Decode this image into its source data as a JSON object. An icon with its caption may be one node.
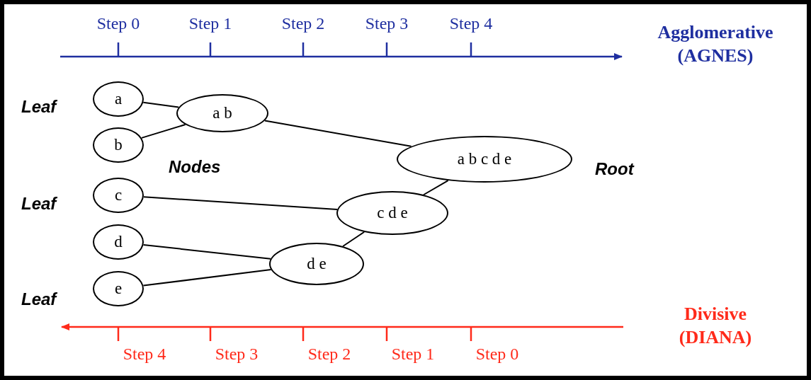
{
  "diagram": {
    "nodes": [
      {
        "text": [
          "a"
        ]
      },
      {
        "text": [
          "b"
        ]
      },
      {
        "text": [
          "c"
        ]
      },
      {
        "text": [
          "d"
        ]
      },
      {
        "text": [
          "e"
        ]
      },
      {
        "text": [
          "a b"
        ]
      },
      {
        "text": [
          "a b c d e"
        ]
      },
      {
        "text": [
          "c d e"
        ]
      },
      {
        "text": [
          "d e"
        ]
      }
    ],
    "edges": [
      {
        "from": 0,
        "to": 5,
        "arrow": "none"
      },
      {
        "from": 1,
        "to": 5,
        "arrow": "none"
      },
      {
        "from": 5,
        "to": 6,
        "arrow": "none"
      },
      {
        "from": 2,
        "to": 7,
        "arrow": "none"
      },
      {
        "from": 3,
        "to": 8,
        "arrow": "none"
      },
      {
        "from": 4,
        "to": 8,
        "arrow": "none"
      },
      {
        "from": 8,
        "to": 7,
        "arrow": "none"
      },
      {
        "from": 7,
        "to": 6,
        "arrow": "none"
      }
    ],
    "labels": [
      "Step 0",
      "Step 1",
      "Step 2",
      "Step 3",
      "Step 4",
      "Agglomerative (AGNES)",
      "Leaf",
      "Nodes",
      "Root",
      "Leaf",
      "Leaf",
      "Divisive (DIANA)",
      "Step 4",
      "Step 3",
      "Step 2",
      "Step 1",
      "Step 0"
    ]
  }
}
